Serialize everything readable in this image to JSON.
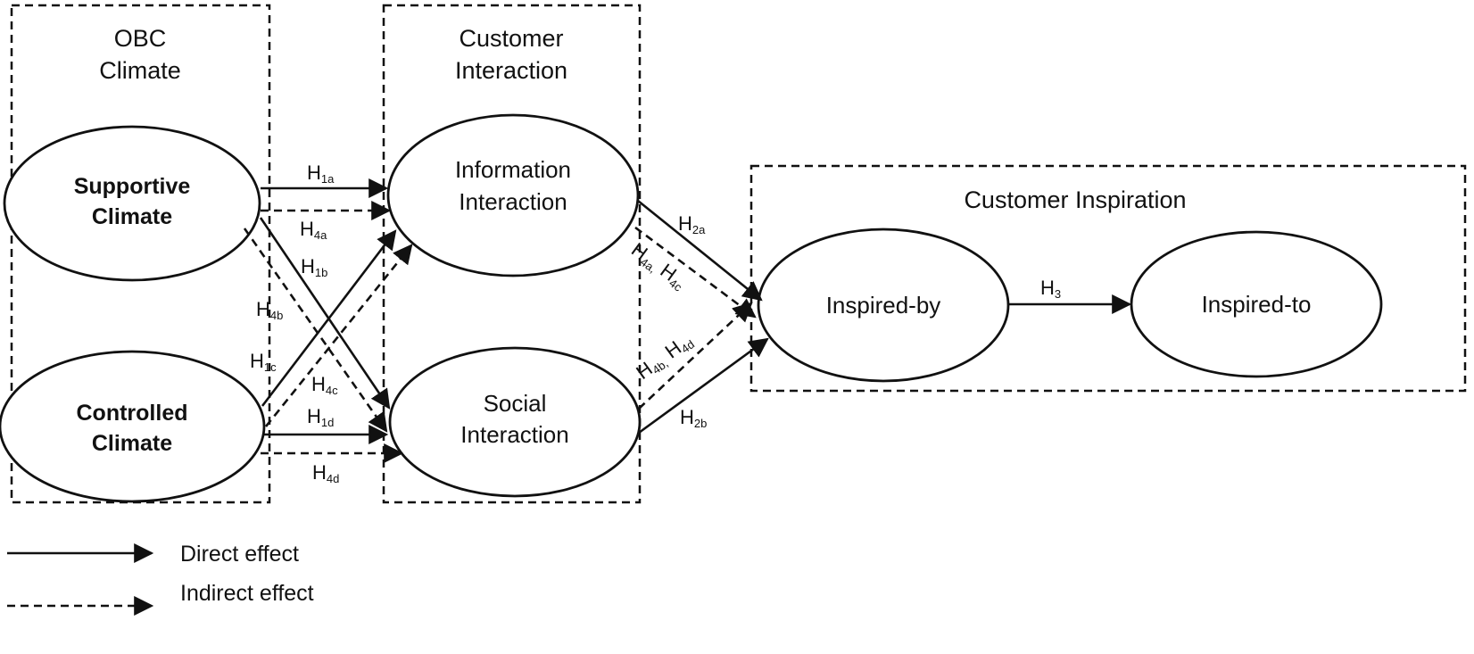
{
  "groups": {
    "obc": {
      "title_line1": "OBC",
      "title_line2": "Climate"
    },
    "customer_interaction": {
      "title_line1": "Customer",
      "title_line2": "Interaction"
    },
    "customer_inspiration": {
      "title": "Customer Inspiration"
    }
  },
  "nodes": {
    "supportive": {
      "line1": "Supportive",
      "line2": "Climate"
    },
    "controlled": {
      "line1": "Controlled",
      "line2": "Climate"
    },
    "information": {
      "line1": "Information",
      "line2": "Interaction"
    },
    "social": {
      "line1": "Social",
      "line2": "Interaction"
    },
    "inspired_by": {
      "label": "Inspired-by"
    },
    "inspired_to": {
      "label": "Inspired-to"
    }
  },
  "hypotheses": {
    "h1a": {
      "main": "H",
      "sub": "1a"
    },
    "h4a": {
      "main": "H",
      "sub": "4a"
    },
    "h1b": {
      "main": "H",
      "sub": "1b"
    },
    "h4b": {
      "main": "H",
      "sub": "4b"
    },
    "h1c": {
      "main": "H",
      "sub": "1c"
    },
    "h4c": {
      "main": "H",
      "sub": "4c"
    },
    "h1d": {
      "main": "H",
      "sub": "1d"
    },
    "h4d": {
      "main": "H",
      "sub": "4d"
    },
    "h2a": {
      "main": "H",
      "sub": "2a"
    },
    "h2b": {
      "main": "H",
      "sub": "2b"
    },
    "h3": {
      "main": "H",
      "sub": "3"
    },
    "h4ac": {
      "main1": "H",
      "sub1": "4a,",
      "main2": " H",
      "sub2": "4c"
    },
    "h4bd": {
      "main1": "H",
      "sub1": "4b,",
      "main2": " H",
      "sub2": "4d"
    }
  },
  "legend": {
    "direct": "Direct effect",
    "indirect": "Indirect effect"
  }
}
